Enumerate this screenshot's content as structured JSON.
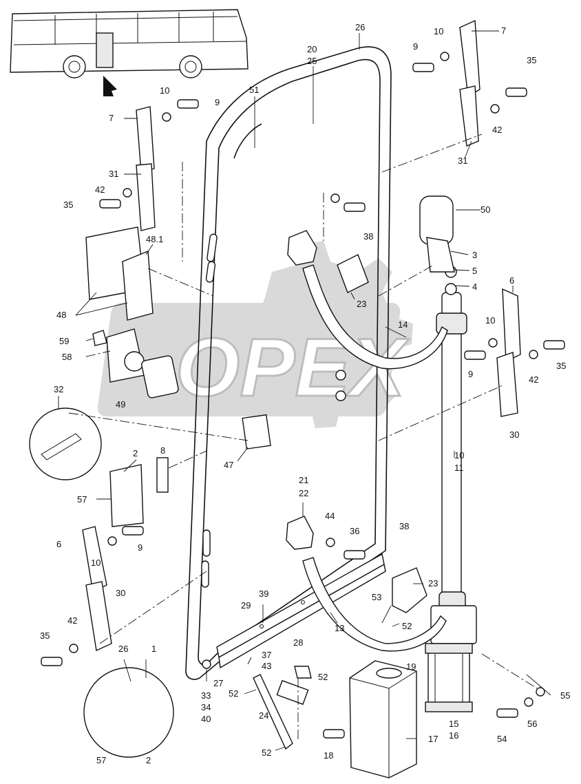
{
  "watermark": {
    "text": "OPEX"
  },
  "labels": [
    {
      "id": "l26a",
      "text": "26"
    },
    {
      "id": "l20",
      "text": "20"
    },
    {
      "id": "l25",
      "text": "25"
    },
    {
      "id": "l51",
      "text": "51"
    },
    {
      "id": "l10a",
      "text": "10"
    },
    {
      "id": "l9a",
      "text": "9"
    },
    {
      "id": "l7a",
      "text": "7"
    },
    {
      "id": "l35a",
      "text": "35"
    },
    {
      "id": "l42a",
      "text": "42"
    },
    {
      "id": "l31a",
      "text": "31"
    },
    {
      "id": "l50",
      "text": "50"
    },
    {
      "id": "l3",
      "text": "3"
    },
    {
      "id": "l5",
      "text": "5"
    },
    {
      "id": "l4",
      "text": "4"
    },
    {
      "id": "l6a",
      "text": "6"
    },
    {
      "id": "l10b",
      "text": "10"
    },
    {
      "id": "l9b",
      "text": "9"
    },
    {
      "id": "l42b",
      "text": "42"
    },
    {
      "id": "l35b",
      "text": "35"
    },
    {
      "id": "l30a",
      "text": "30"
    },
    {
      "id": "l14",
      "text": "14"
    },
    {
      "id": "l38a",
      "text": "38"
    },
    {
      "id": "l23a",
      "text": "23"
    },
    {
      "id": "l10c",
      "text": "10"
    },
    {
      "id": "l9c",
      "text": "9"
    },
    {
      "id": "l7b",
      "text": "7"
    },
    {
      "id": "l31b",
      "text": "31"
    },
    {
      "id": "l42c",
      "text": "42"
    },
    {
      "id": "l35c",
      "text": "35"
    },
    {
      "id": "l481",
      "text": "48.1"
    },
    {
      "id": "l48",
      "text": "48"
    },
    {
      "id": "l59",
      "text": "59"
    },
    {
      "id": "l58",
      "text": "58"
    },
    {
      "id": "l49",
      "text": "49"
    },
    {
      "id": "l32",
      "text": "32"
    },
    {
      "id": "l47",
      "text": "47"
    },
    {
      "id": "l2a",
      "text": "2"
    },
    {
      "id": "l8",
      "text": "8"
    },
    {
      "id": "l57a",
      "text": "57"
    },
    {
      "id": "l6b",
      "text": "6"
    },
    {
      "id": "l10d",
      "text": "10"
    },
    {
      "id": "l9d",
      "text": "9"
    },
    {
      "id": "l30b",
      "text": "30"
    },
    {
      "id": "l42d",
      "text": "42"
    },
    {
      "id": "l35d",
      "text": "35"
    },
    {
      "id": "l1",
      "text": "1"
    },
    {
      "id": "l26b",
      "text": "26"
    },
    {
      "id": "l57b",
      "text": "57"
    },
    {
      "id": "l2b",
      "text": "2"
    },
    {
      "id": "l1011a",
      "text": "10"
    },
    {
      "id": "l1011b",
      "text": "11"
    },
    {
      "id": "l21",
      "text": "21"
    },
    {
      "id": "l22",
      "text": "22"
    },
    {
      "id": "l44",
      "text": "44"
    },
    {
      "id": "l36",
      "text": "36"
    },
    {
      "id": "l38b",
      "text": "38"
    },
    {
      "id": "l23b",
      "text": "23"
    },
    {
      "id": "l53",
      "text": "53"
    },
    {
      "id": "l52a",
      "text": "52"
    },
    {
      "id": "l39",
      "text": "39"
    },
    {
      "id": "l29",
      "text": "29"
    },
    {
      "id": "l28",
      "text": "28"
    },
    {
      "id": "l13",
      "text": "13"
    },
    {
      "id": "l37",
      "text": "37"
    },
    {
      "id": "l43",
      "text": "43"
    },
    {
      "id": "l27",
      "text": "27"
    },
    {
      "id": "l33",
      "text": "33"
    },
    {
      "id": "l34",
      "text": "34"
    },
    {
      "id": "l40",
      "text": "40"
    },
    {
      "id": "l52b",
      "text": "52"
    },
    {
      "id": "l52c",
      "text": "52"
    },
    {
      "id": "l24",
      "text": "24"
    },
    {
      "id": "l52d",
      "text": "52"
    },
    {
      "id": "l19",
      "text": "19"
    },
    {
      "id": "l17",
      "text": "17"
    },
    {
      "id": "l18",
      "text": "18"
    },
    {
      "id": "l15",
      "text": "15"
    },
    {
      "id": "l16",
      "text": "16"
    },
    {
      "id": "l55",
      "text": "55"
    },
    {
      "id": "l56",
      "text": "56"
    },
    {
      "id": "l54",
      "text": "54"
    }
  ]
}
